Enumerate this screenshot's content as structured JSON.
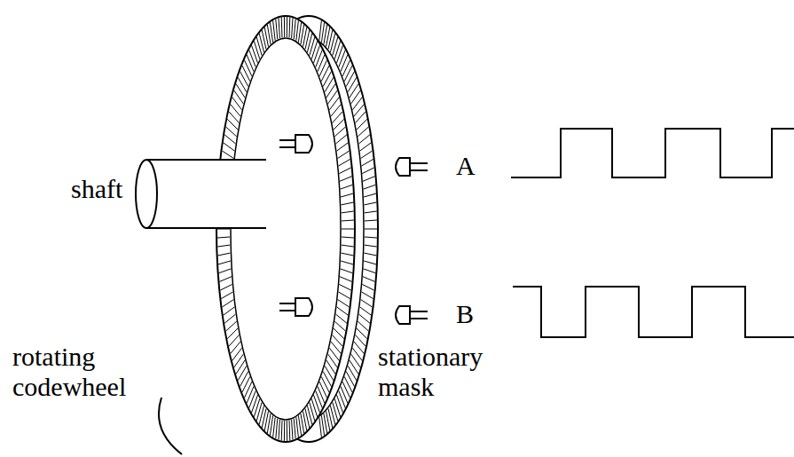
{
  "diagram": {
    "labels": [
      "shaft",
      "A",
      "B",
      "rotating codewheel",
      "stationary mask"
    ]
  }
}
